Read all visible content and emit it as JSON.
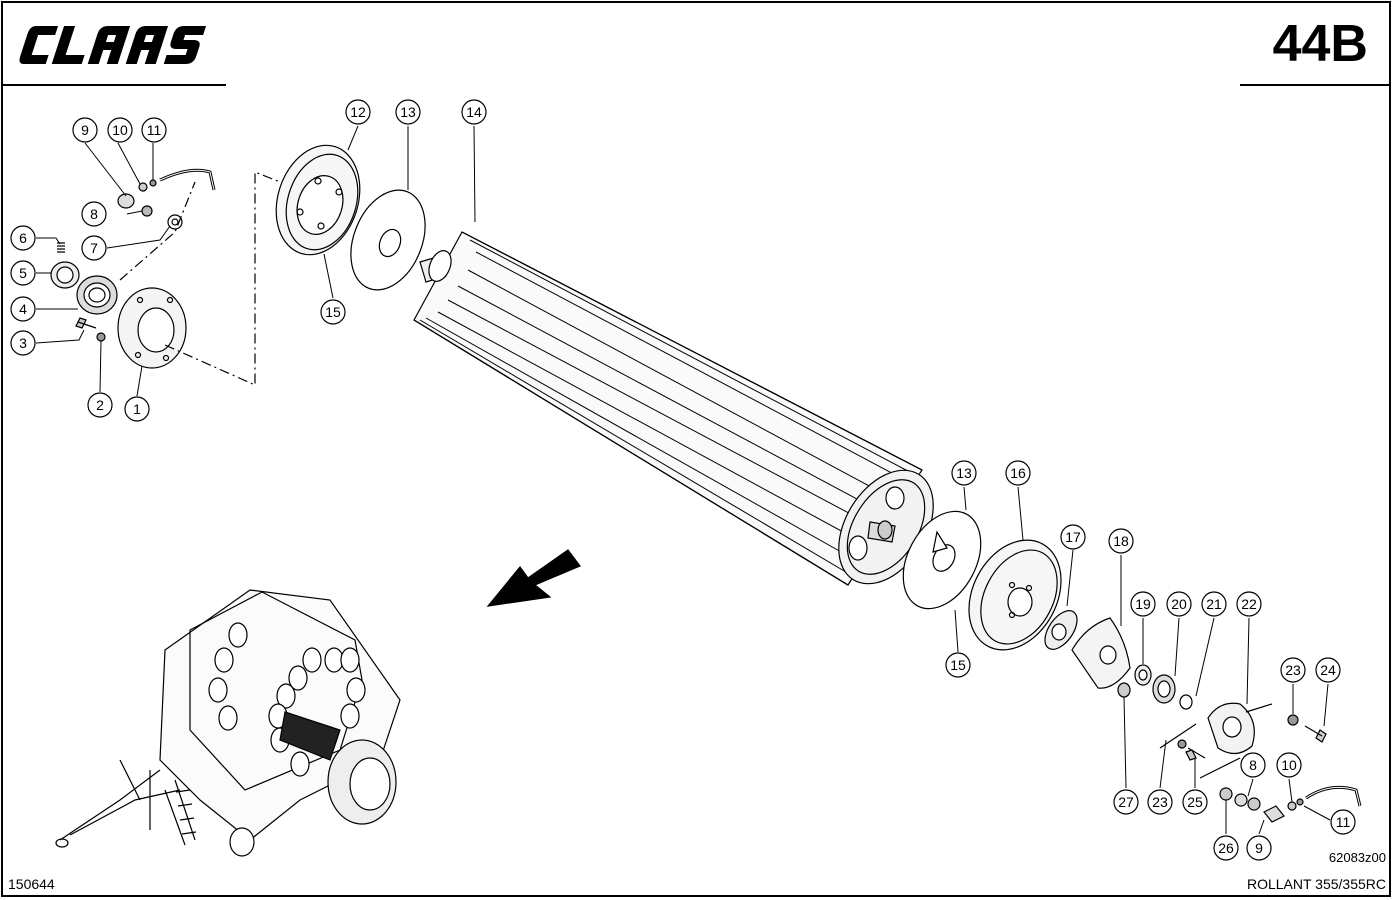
{
  "header": {
    "brand": "CLAAS",
    "page_number": "44B"
  },
  "footer": {
    "left_code": "150644",
    "drawing_ref": "62083z00",
    "model": "ROLLANT 355/355RC"
  },
  "callouts": [
    {
      "label": "9"
    },
    {
      "label": "10"
    },
    {
      "label": "11"
    },
    {
      "label": "8"
    },
    {
      "label": "6"
    },
    {
      "label": "7"
    },
    {
      "label": "5"
    },
    {
      "label": "4"
    },
    {
      "label": "3"
    },
    {
      "label": "2"
    },
    {
      "label": "1"
    },
    {
      "label": "12"
    },
    {
      "label": "13"
    },
    {
      "label": "14"
    },
    {
      "label": "15"
    },
    {
      "label": "13"
    },
    {
      "label": "16"
    },
    {
      "label": "17"
    },
    {
      "label": "18"
    },
    {
      "label": "19"
    },
    {
      "label": "20"
    },
    {
      "label": "21"
    },
    {
      "label": "22"
    },
    {
      "label": "15"
    },
    {
      "label": "23"
    },
    {
      "label": "24"
    },
    {
      "label": "8"
    },
    {
      "label": "10"
    },
    {
      "label": "27"
    },
    {
      "label": "23"
    },
    {
      "label": "25"
    },
    {
      "label": "11"
    },
    {
      "label": "26"
    },
    {
      "label": "9"
    }
  ]
}
